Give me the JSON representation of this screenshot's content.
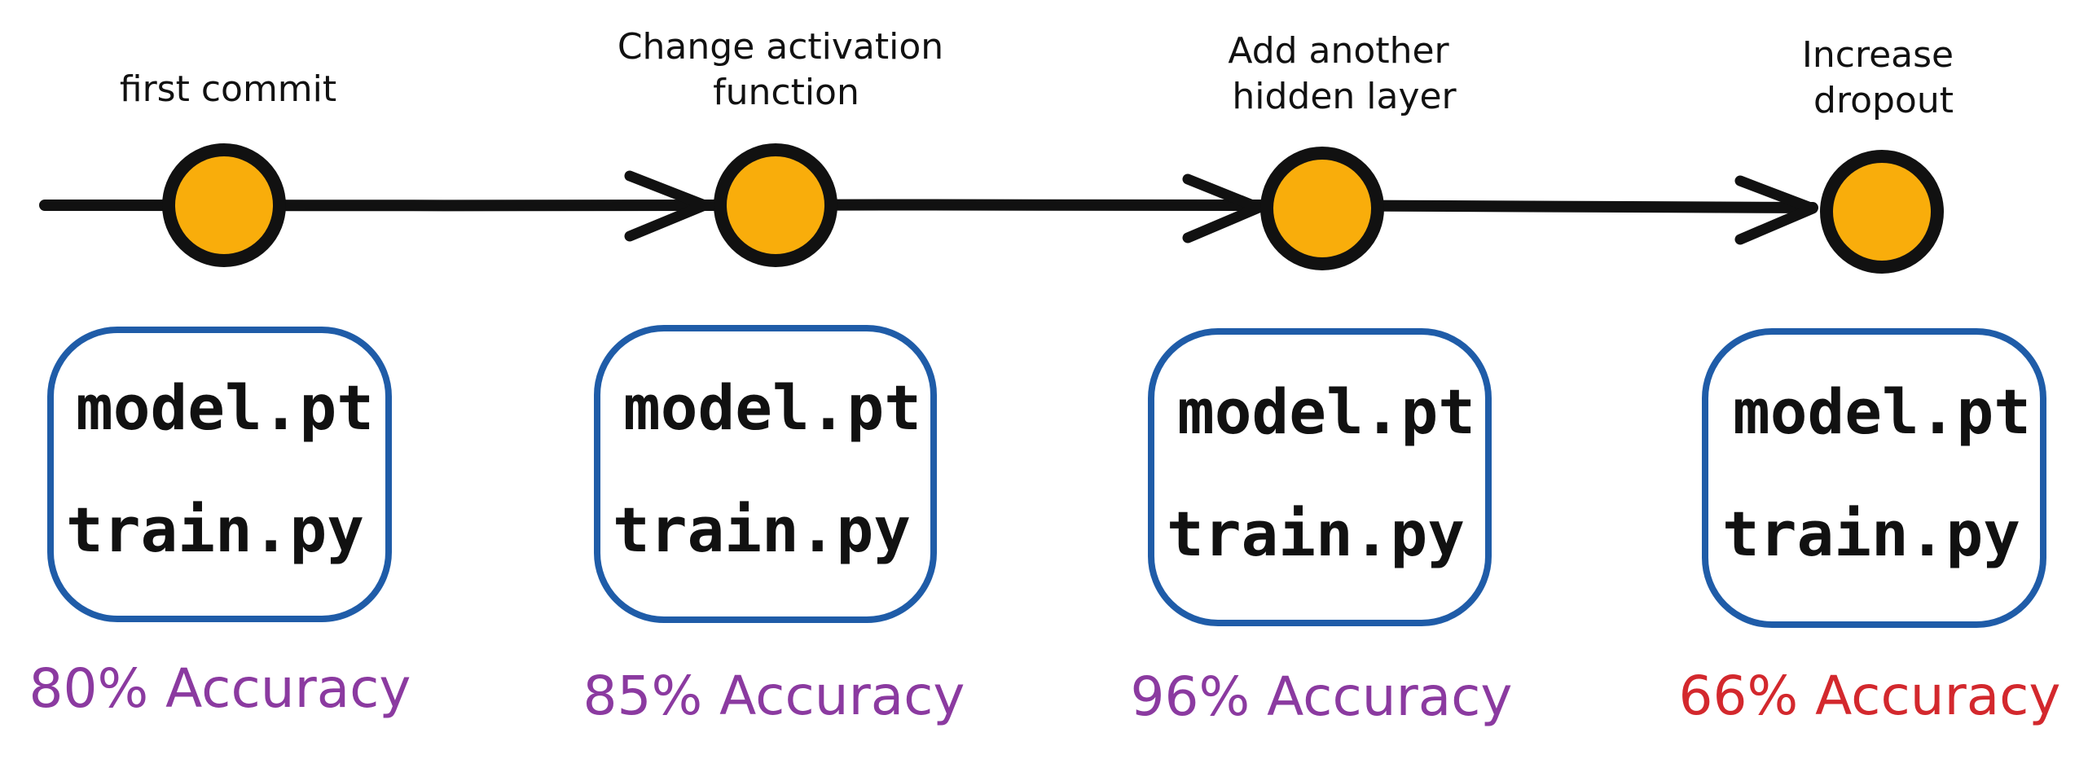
{
  "commits": [
    {
      "message_lines": [
        "first commit"
      ],
      "files": [
        "model.pt",
        "train.py"
      ],
      "accuracy": "80% Accuracy",
      "accuracy_color": "#8b3aa0"
    },
    {
      "message_lines": [
        "Change activation",
        "function"
      ],
      "files": [
        "model.pt",
        "train.py"
      ],
      "accuracy": "85% Accuracy",
      "accuracy_color": "#8b3aa0"
    },
    {
      "message_lines": [
        "Add another",
        "hidden layer"
      ],
      "files": [
        "model.pt",
        "train.py"
      ],
      "accuracy": "96% Accuracy",
      "accuracy_color": "#8b3aa0"
    },
    {
      "message_lines": [
        "Increase",
        "dropout"
      ],
      "files": [
        "model.pt",
        "train.py"
      ],
      "accuracy": "66% Accuracy",
      "accuracy_color": "#d3282d"
    }
  ],
  "colors": {
    "node_fill": "#f9ad0b",
    "line": "#111111",
    "box_border": "#1f5ca8"
  }
}
